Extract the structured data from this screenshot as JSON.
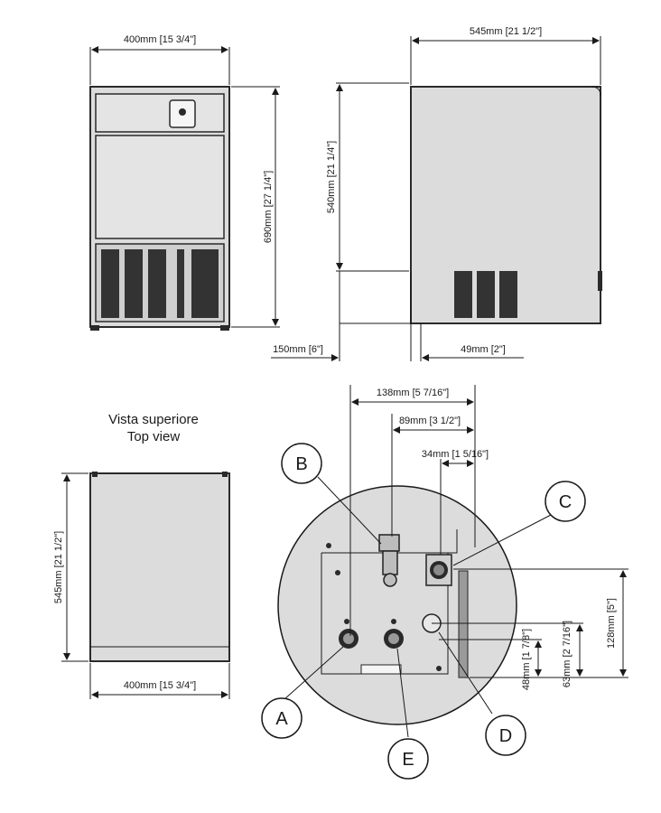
{
  "colors": {
    "body": "#dcdcdc",
    "line": "#1a1a1a",
    "vent": "#333333",
    "background": "#ffffff"
  },
  "front_view": {
    "width_label": "400mm [15 3/4\"]",
    "height_label": "690mm [27 1/4\"]"
  },
  "side_view": {
    "depth_label": "545mm [21 1/2\"]",
    "height_label": "540mm [21 1/4\"]",
    "leg_offset_label": "150mm [6\"]",
    "back_offset_label": "49mm [2\"]"
  },
  "top_view": {
    "caption_it": "Vista superiore",
    "caption_en": "Top view",
    "depth_label": "545mm [21 1/2\"]",
    "width_label": "400mm [15 3/4\"]"
  },
  "detail_view": {
    "dim_a_label": "138mm [5 7/16\"]",
    "dim_b_label": "89mm [3 1/2\"]",
    "dim_c_label": "34mm [1 5/16\"]",
    "dim_d_label": "48mm [1 7/8\"]",
    "dim_e_label": "63mm [2 7/16\"]",
    "dim_f_label": "128mm [5\"]",
    "callouts": [
      "A",
      "B",
      "C",
      "D",
      "E"
    ]
  }
}
